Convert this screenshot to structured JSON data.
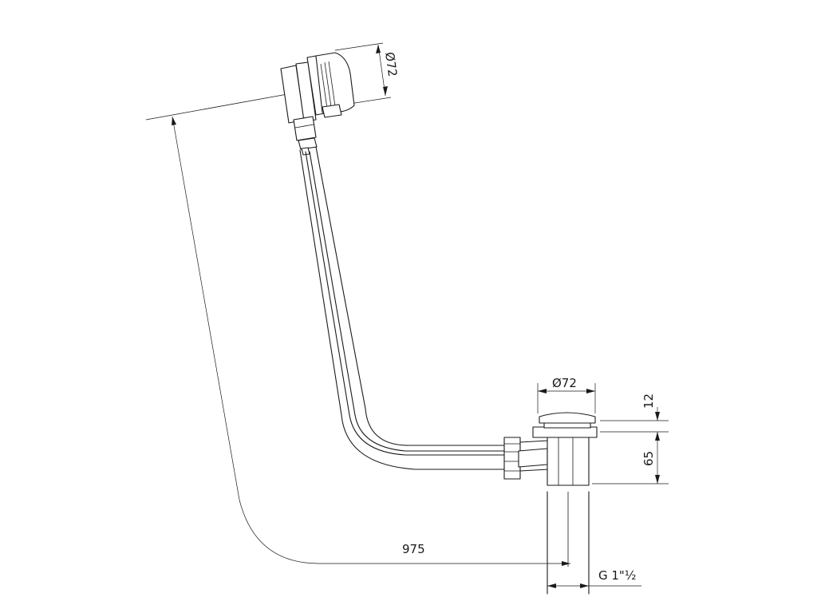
{
  "dimensions": {
    "overflow_diameter": "Ø72",
    "waste_diameter": "Ø72",
    "cap_height": "12",
    "body_height": "65",
    "horizontal_length": "975",
    "thread": "G 1\"½"
  }
}
